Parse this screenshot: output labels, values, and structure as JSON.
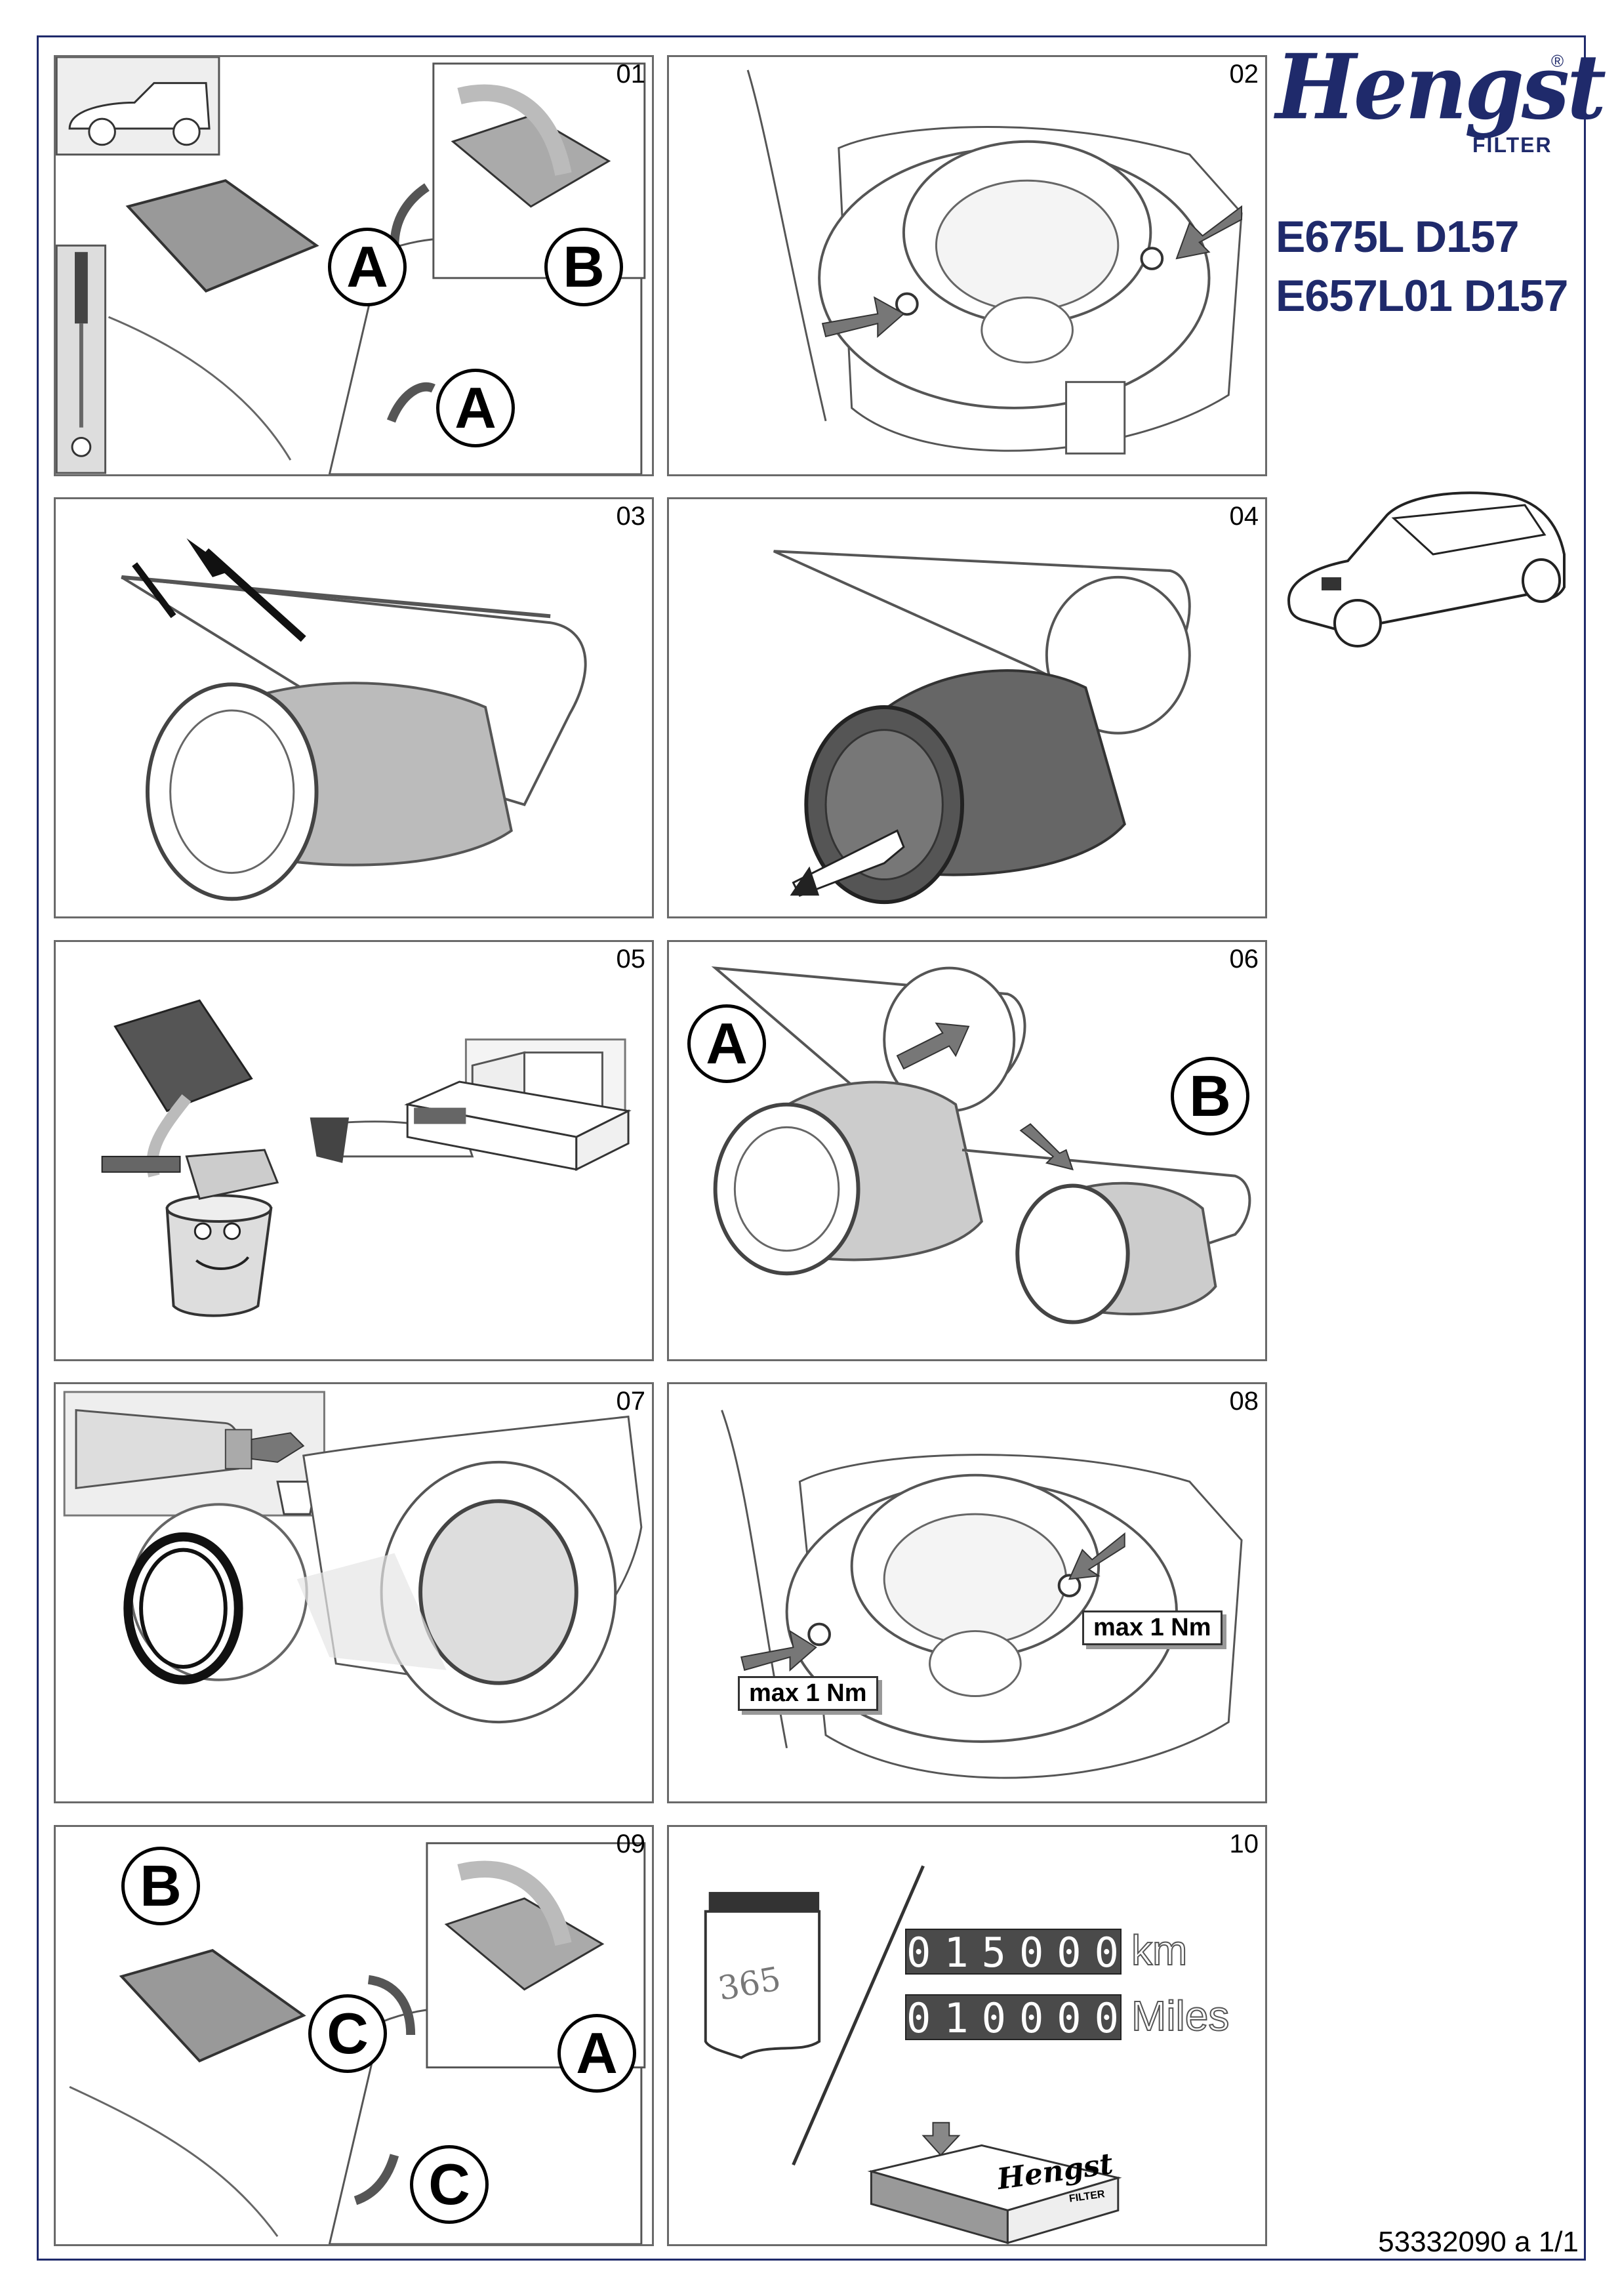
{
  "brand": {
    "logo": "Hengst",
    "sub": "FILTER",
    "reg": "®"
  },
  "parts": [
    "E675L D157",
    "E657L01 D157"
  ],
  "panels": [
    "01",
    "02",
    "03",
    "04",
    "05",
    "06",
    "07",
    "08",
    "09",
    "10"
  ],
  "letters": {
    "a": "A",
    "b": "B",
    "c": "C"
  },
  "torque": "max 1 Nm",
  "calendar_days": "365",
  "odometer": {
    "km_value": "015000",
    "km_unit": "km",
    "miles_value": "010000",
    "miles_unit": "Miles"
  },
  "box_logo": "Hengst",
  "box_sub": "FILTER",
  "footer": "53332090 a 1/1"
}
